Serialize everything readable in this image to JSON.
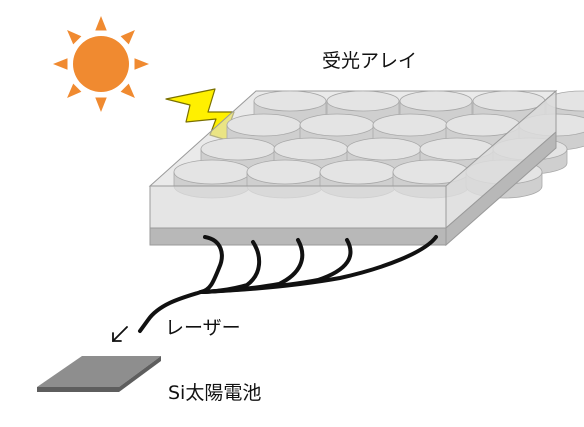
{
  "labels": {
    "array": "受光アレイ",
    "laser": "レーザー",
    "cell": "Si太陽電池"
  },
  "icons": {
    "sun": "sun-icon",
    "lightning": "lightning-bolt-icon",
    "arrow": "down-left-arrow-icon"
  },
  "colors": {
    "sun": "#F08A30",
    "lightning_fill": "#FFF000",
    "lightning_stroke": "#7A7000",
    "array_face": "#DCDCDC",
    "array_edge": "#9A9A9A",
    "base_strip": "#B8B8B8",
    "cable": "#111111",
    "cell_top": "#8E8E8E",
    "cell_side": "#5E5E5E"
  }
}
